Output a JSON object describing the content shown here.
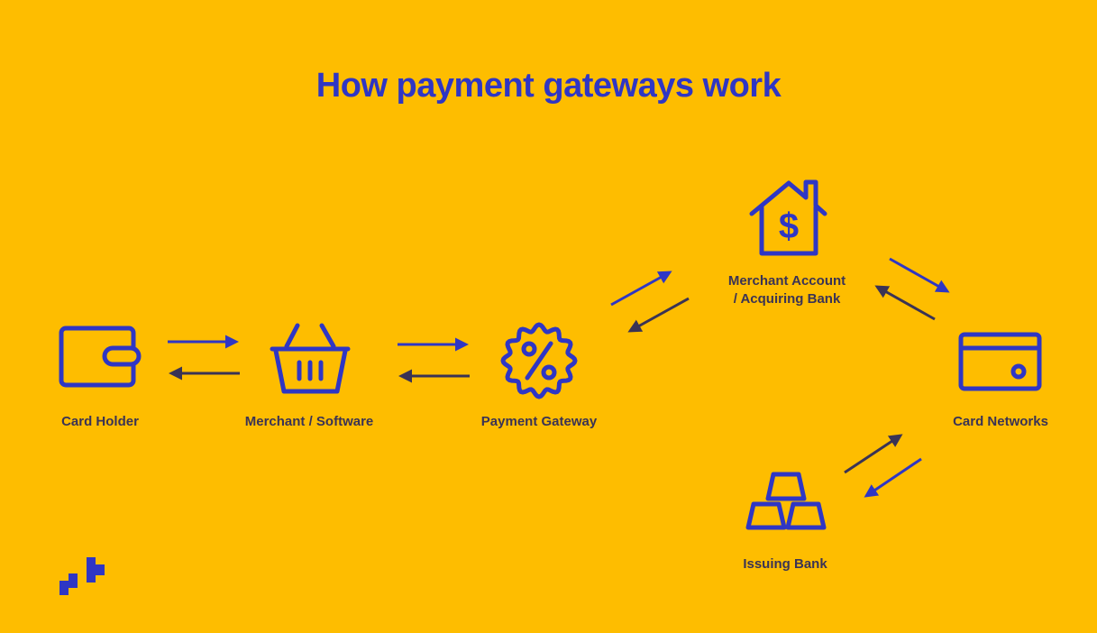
{
  "title": "How payment gateways work",
  "nodes": {
    "card_holder": "Card Holder",
    "merchant": "Merchant / Software",
    "gateway": "Payment Gateway",
    "acquiring_line1": "Merchant Account",
    "acquiring_line2": "/ Acquiring Bank",
    "card_networks": "Card Networks",
    "issuing_bank": "Issuing Bank"
  },
  "colors": {
    "background": "#FEBD00",
    "icon_blue": "#2F36C4",
    "arrow_dark": "#3A3355",
    "label_dark": "#3A3355"
  },
  "icons": [
    "wallet-icon",
    "shopping-basket-icon",
    "percent-badge-icon",
    "bank-house-dollar-icon",
    "credit-card-icon",
    "gold-bars-icon",
    "brand-logo-icon"
  ]
}
